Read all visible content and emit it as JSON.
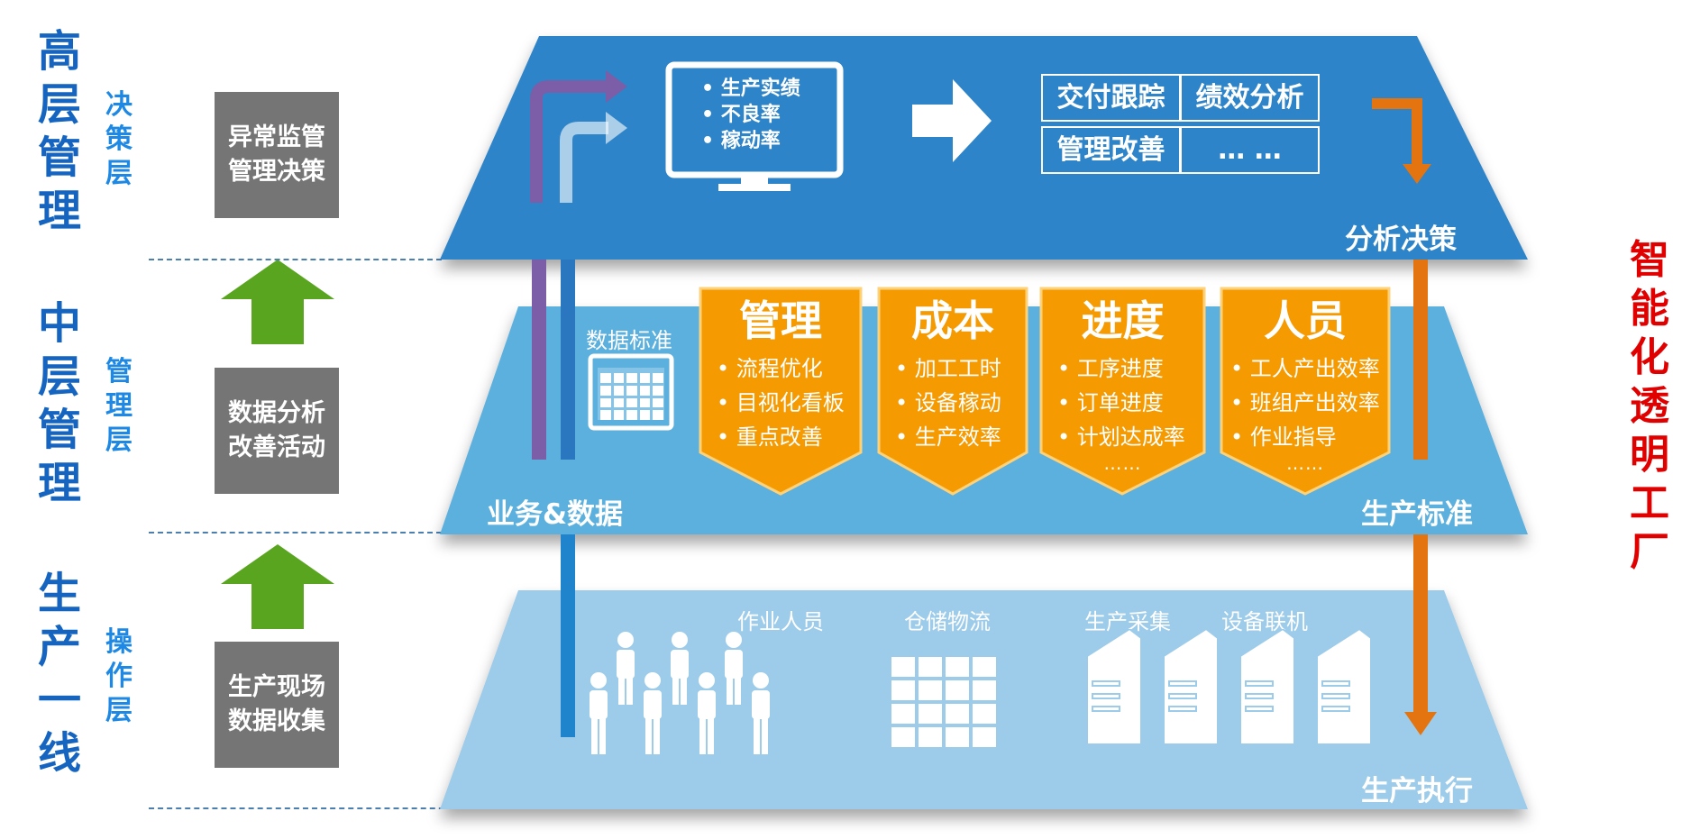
{
  "left_titles": {
    "top": {
      "main": [
        "高",
        "层",
        "管",
        "理"
      ],
      "sub": [
        "决",
        "策",
        "层"
      ]
    },
    "mid": {
      "main": [
        "中",
        "层",
        "管",
        "理"
      ],
      "sub": [
        "管",
        "理",
        "层"
      ]
    },
    "bot": {
      "main": [
        "生",
        "产",
        "一",
        "线"
      ],
      "sub": [
        "操",
        "作",
        "层"
      ]
    }
  },
  "gray_boxes": {
    "top": [
      "异常监管",
      "管理决策"
    ],
    "mid": [
      "数据分析",
      "改善活动"
    ],
    "bot": [
      "生产现场",
      "数据收集"
    ]
  },
  "right_title": [
    "智",
    "能",
    "化",
    "透",
    "明",
    "工",
    "厂"
  ],
  "top_layer": {
    "monitor_items": [
      "生产实绩",
      "不良率",
      "稼动率"
    ],
    "grid": [
      "交付跟踪",
      "绩效分析",
      "管理改善",
      "… …"
    ],
    "label": "分析决策"
  },
  "mid_layer": {
    "data_standard": "数据标准",
    "left_label": "业务&数据",
    "right_label": "生产标准",
    "cards": [
      {
        "title": "管理",
        "items": [
          "流程优化",
          "目视化看板",
          "重点改善"
        ],
        "more": ""
      },
      {
        "title": "成本",
        "items": [
          "加工工时",
          "设备稼动",
          "生产效率"
        ],
        "more": ""
      },
      {
        "title": "进度",
        "items": [
          "工序进度",
          "订单进度",
          "计划达成率"
        ],
        "more": "……"
      },
      {
        "title": "人员",
        "items": [
          "工人产出效率",
          "班组产出效率",
          "作业指导"
        ],
        "more": "……"
      }
    ]
  },
  "bottom_layer": {
    "labels": [
      "作业人员",
      "仓储物流",
      "生产采集",
      "设备联机"
    ],
    "label": "生产执行"
  },
  "colors": {
    "top_layer": "#2f84c8",
    "mid_layer": "#5cb0de",
    "bot_layer": "#9dcbea",
    "card": "#f59a00",
    "arrow_green": "#5aa520",
    "arrow_orange": "#e4740f",
    "arrow_purple": "#7b5ea7",
    "title_blue": "#1565c0",
    "side_red": "#e00000"
  }
}
